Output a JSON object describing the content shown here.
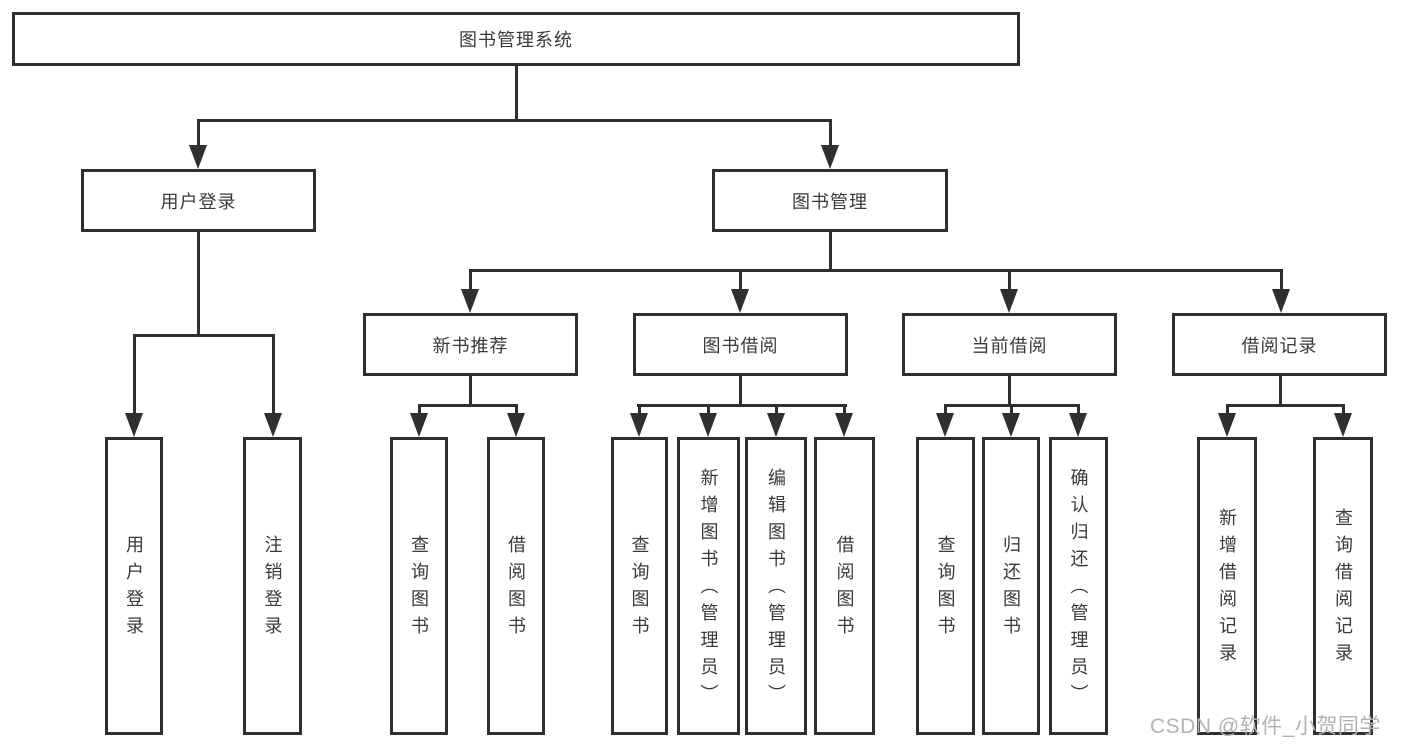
{
  "tree": {
    "root": "图书管理系统",
    "level2": [
      {
        "label": "用户登录",
        "leaves": [
          "用户登录",
          "注销登录"
        ]
      },
      {
        "label": "图书管理",
        "sections": [
          {
            "label": "新书推荐",
            "leaves": [
              "查询图书",
              "借阅图书"
            ]
          },
          {
            "label": "图书借阅",
            "leaves": [
              "查询图书",
              "新增图书（管理员）",
              "编辑图书（管理员）",
              "借阅图书"
            ]
          },
          {
            "label": "当前借阅",
            "leaves": [
              "查询图书",
              "归还图书",
              "确认归还（管理员）"
            ]
          },
          {
            "label": "借阅记录",
            "leaves": [
              "新增借阅记录",
              "查询借阅记录"
            ]
          }
        ]
      }
    ]
  },
  "watermark": "CSDN @软件_小贺同学",
  "colors": {
    "line": "#2f2f2f",
    "text": "#3a3a3a",
    "watermark": "#b3b3b3",
    "background": "#ffffff"
  }
}
